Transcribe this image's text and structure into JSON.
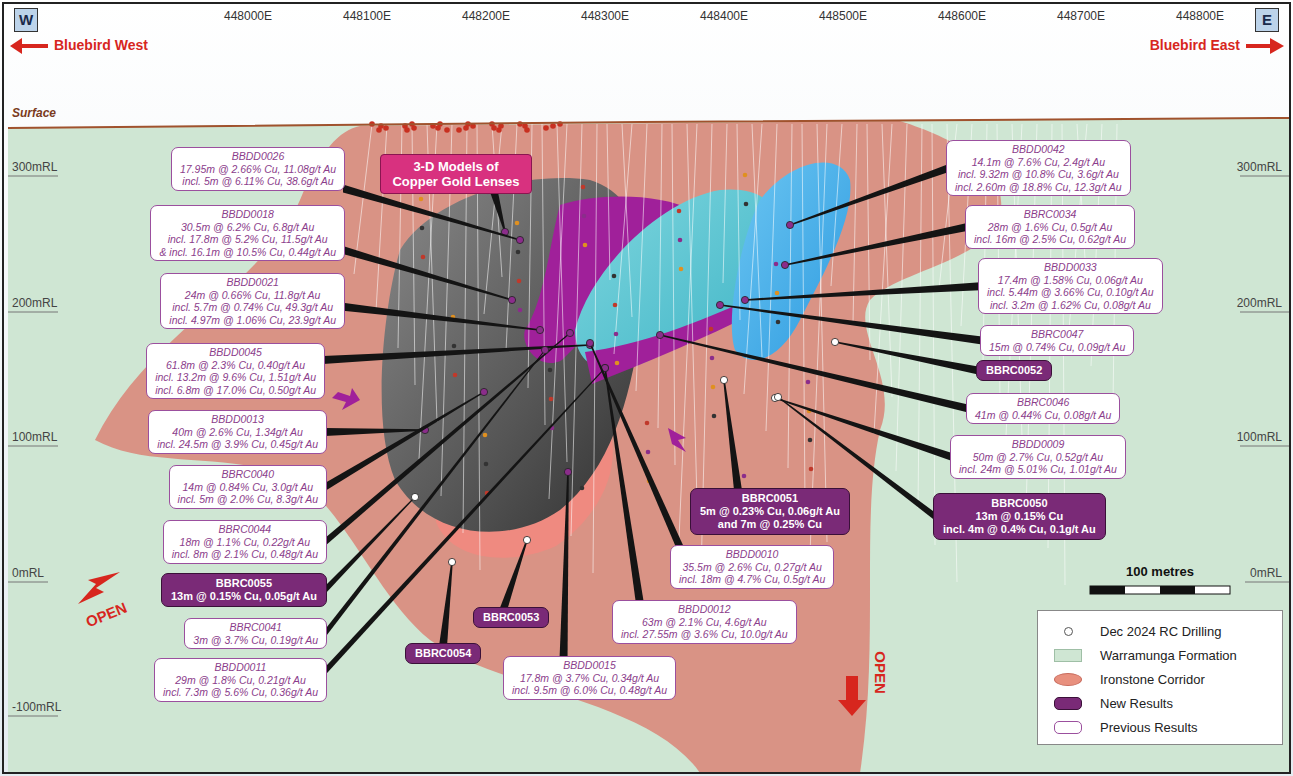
{
  "diagram": {
    "nodes": [
      {
        "text": [
          "3-D Models of Copper Gold Lenses"
        ]
      },
      {
        "text": [
          "BBDD0026",
          "17.95m @ 2.66% Cu, 11.08g/t Au",
          "incl. 5m @ 6.11% Cu, 38.6g/t Au"
        ]
      },
      {
        "text": [
          "BBDD0018",
          "30.5m @ 6.2% Cu, 6.8g/t Au",
          "incl. 17.8m @ 5.2% Cu, 11.5g/t Au",
          "& incl. 16.1m @ 10.5% Cu, 0.44g/t Au"
        ]
      },
      {
        "text": [
          "BBDD0021",
          "24m @ 0.66% Cu, 11.8g/t Au",
          "incl. 5.7m @ 0.74% Cu, 49.3g/t Au",
          "incl. 4.97m @ 1.06% Cu, 23.9g/t Au"
        ]
      },
      {
        "text": [
          "BBDD0045",
          "61.8m @ 2.3% Cu, 0.40g/t Au",
          "incl. 13.2m @ 9.6% Cu, 1.51g/t Au",
          "incl. 6.8m @ 17.0% Cu, 0.50g/t Au"
        ]
      },
      {
        "text": [
          "BBDD0013",
          "40m @ 2.6% Cu, 1.34g/t Au",
          "incl. 24.5m @ 3.9% Cu, 0.45g/t Au"
        ]
      },
      {
        "text": [
          "BBRC0040",
          "14m @ 0.84% Cu, 3.0g/t Au",
          "incl. 5m @ 2.0% Cu, 8.3g/t Au"
        ]
      },
      {
        "text": [
          "BBRC0044",
          "18m @ 1.1% Cu, 0.22g/t Au",
          "incl. 8m @ 2.1% Cu, 0.48g/t Au"
        ]
      },
      {
        "text": [
          "BBRC0055",
          "13m @ 0.15% Cu, 0.05g/t Au"
        ]
      },
      {
        "text": [
          "BBRC0041",
          "3m @ 3.7% Cu, 0.19g/t Au"
        ]
      },
      {
        "text": [
          "BBDD0011",
          "29m @ 1.8% Cu, 0.21g/t Au",
          "incl. 7.3m @ 5.6% Cu, 0.36g/t Au"
        ]
      },
      {
        "text": [
          "BBRC0054"
        ]
      },
      {
        "text": [
          "BBRC0053"
        ]
      },
      {
        "text": [
          "BBDD0015",
          "17.8m @ 3.7% Cu, 0.34g/t Au",
          "incl. 9.5m @ 6.0% Cu, 0.48g/t Au"
        ]
      },
      {
        "text": [
          "BBDD0012",
          "63m @ 2.1% Cu, 4.6g/t Au",
          "incl. 27.55m @ 3.6% Cu, 10.0g/t Au"
        ]
      },
      {
        "text": [
          "BBDD0010",
          "35.5m @ 2.6% Cu, 0.27g/t Au",
          "incl. 18m @ 4.7% Cu, 0.5g/t Au"
        ]
      },
      {
        "text": [
          "BBRC0051",
          "5m @ 0.23% Cu, 0.06g/t Au",
          "and 7m @ 0.25% Cu"
        ]
      },
      {
        "text": [
          "BBDD0042",
          "14.1m @ 7.6% Cu, 2.4g/t Au",
          "incl. 9.32m @ 10.8% Cu, 3.6g/t Au",
          "incl. 2.60m @ 18.8% Cu, 12.3g/t Au"
        ]
      },
      {
        "text": [
          "BBRC0034",
          "28m @ 1.6% Cu, 0.5g/t Au",
          "incl. 16m @ 2.5% Cu, 0.62g/t Au"
        ]
      },
      {
        "text": [
          "BBDD0033",
          "17.4m @ 1.58% Cu, 0.06g/t Au",
          "incl. 5.44m @ 3.66% Cu, 0.10g/t Au",
          "incl. 3.2m @ 1.62% Cu, 0.08g/t Au"
        ]
      },
      {
        "text": [
          "BBRC0047",
          "15m @ 0.74% Cu, 0.09g/t Au"
        ]
      },
      {
        "text": [
          "BBRC0052"
        ]
      },
      {
        "text": [
          "BBRC0046",
          "41m @ 0.44% Cu, 0.08g/t Au"
        ]
      },
      {
        "text": [
          "BBDD0009",
          "50m @ 2.7% Cu, 0.52g/t Au",
          "incl. 24m @ 5.01% Cu, 1.01g/t Au"
        ]
      },
      {
        "text": [
          "BBRC0050",
          "13m @ 0.15% Cu",
          "incl. 4m @ 0.4% Cu, 0.1g/t Au"
        ]
      }
    ],
    "labels": [
      "W",
      "E",
      "448000E",
      "448100E",
      "448200E",
      "448300E",
      "448400E",
      "448500E",
      "448600E",
      "448700E",
      "448800E",
      "Bluebird West",
      "Bluebird East",
      "Surface",
      "300mRL",
      "200mRL",
      "100mRL",
      "0mRL",
      "-100mRL",
      "300mRL",
      "200mRL",
      "100mRL",
      "0mRL",
      "OPEN",
      "OPEN",
      "100 metres"
    ],
    "legend": [
      {
        "text": "Dec 2024 RC Drilling"
      },
      {
        "text": "Warramunga Formation",
        "color": "#cfe6d3"
      },
      {
        "text": "Ironstone Corridor",
        "color": "#e8907e"
      },
      {
        "text": "New Results",
        "color": "#7a2a77"
      },
      {
        "text": "Previous Results",
        "color": "#ffffff"
      }
    ]
  }
}
